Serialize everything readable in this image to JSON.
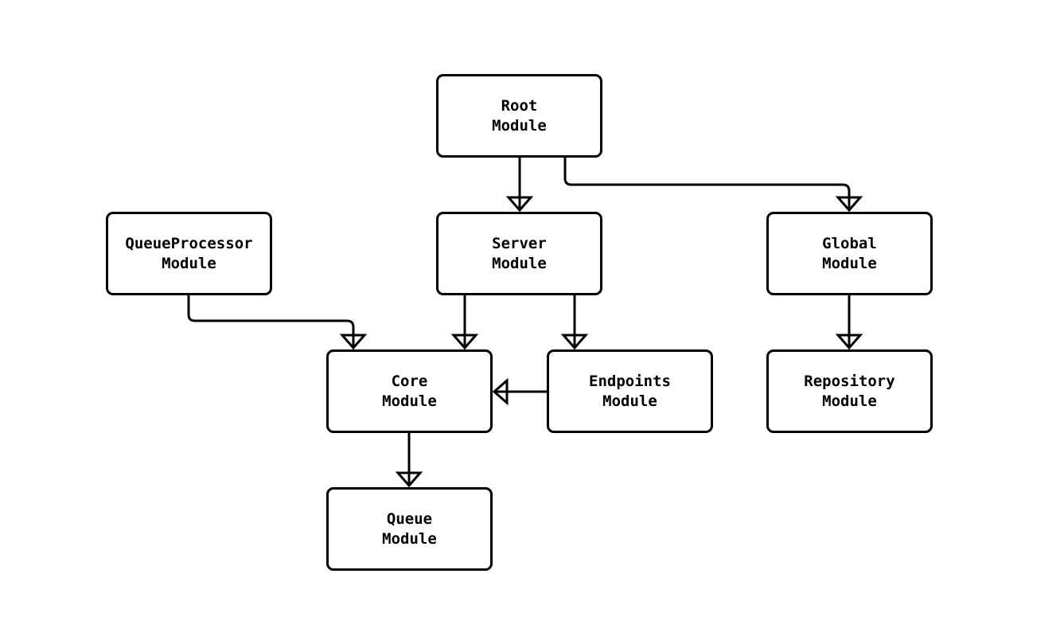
{
  "diagram": {
    "type": "module-dependency-flowchart",
    "background_color": "#ffffff",
    "node_fill": "#ffffff",
    "node_border_color": "#000000",
    "edge_color": "#000000",
    "text_color": "#000000",
    "nodes": {
      "root": {
        "line1": "Root",
        "line2": "Module"
      },
      "queueprocessor": {
        "line1": "QueueProcessor",
        "line2": "Module"
      },
      "server": {
        "line1": "Server",
        "line2": "Module"
      },
      "global": {
        "line1": "Global",
        "line2": "Module"
      },
      "core": {
        "line1": "Core",
        "line2": "Module"
      },
      "endpoints": {
        "line1": "Endpoints",
        "line2": "Module"
      },
      "repository": {
        "line1": "Repository",
        "line2": "Module"
      },
      "queue": {
        "line1": "Queue",
        "line2": "Module"
      }
    },
    "edges": [
      {
        "from": "Root Module",
        "to": "Server Module"
      },
      {
        "from": "Root Module",
        "to": "Global Module"
      },
      {
        "from": "QueueProcessor Module",
        "to": "Core Module"
      },
      {
        "from": "Server Module",
        "to": "Core Module"
      },
      {
        "from": "Server Module",
        "to": "Endpoints Module"
      },
      {
        "from": "Endpoints Module",
        "to": "Core Module"
      },
      {
        "from": "Global Module",
        "to": "Repository Module"
      },
      {
        "from": "Core Module",
        "to": "Queue Module"
      }
    ]
  }
}
